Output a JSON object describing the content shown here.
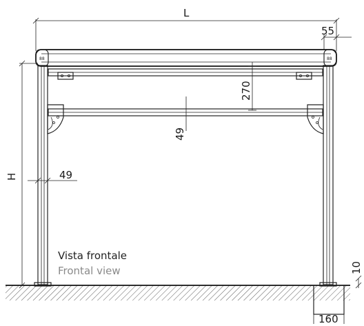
{
  "dimensions": {
    "length": "L",
    "height": "H",
    "top_offset": "55",
    "beam_drop": "270",
    "profile_height": "49",
    "post_width": "49",
    "base_thickness": "10",
    "base_width": "160"
  },
  "caption": {
    "italian": "Vista frontale",
    "english": "Frontal view"
  },
  "colors": {
    "line": "#222222",
    "caption_secondary": "#8a8a8a"
  }
}
